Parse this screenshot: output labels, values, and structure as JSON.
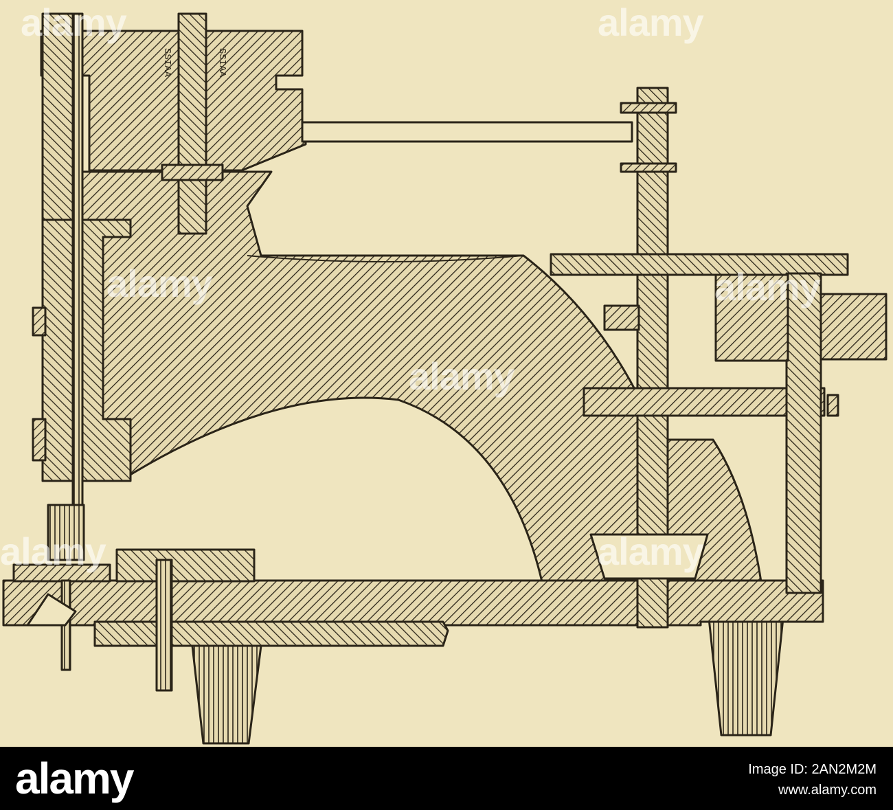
{
  "colors": {
    "paper": "#efe5bf",
    "ink": "#2a2418",
    "bar": "#000000",
    "bar_text": "#ffffff"
  },
  "figure": {
    "label_left": "SSIAA",
    "label_right": "SSIAA"
  },
  "watermark": {
    "text": "alamy"
  },
  "stock": {
    "logo": "alamy",
    "image_id": "Image ID: 2AN2M2M",
    "url": "www.alamy.com"
  }
}
